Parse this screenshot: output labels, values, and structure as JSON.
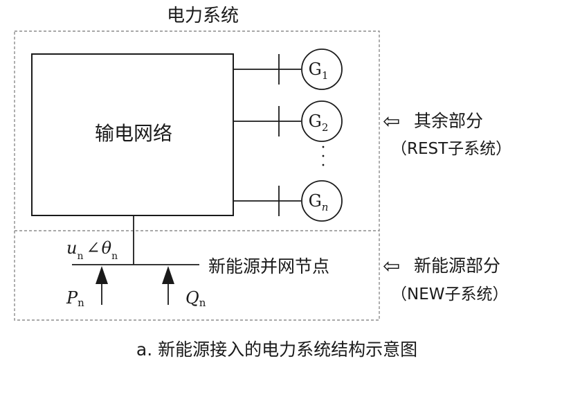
{
  "diagram": {
    "system_title": "电力系统",
    "network_label": "输电网络",
    "generators": [
      {
        "base": "G",
        "sub": "1",
        "sub_italic": false
      },
      {
        "base": "G",
        "sub": "2",
        "sub_italic": false
      },
      {
        "base": "G",
        "sub": "n",
        "sub_italic": true
      }
    ],
    "dots": "·",
    "bus_voltage": {
      "u": "u",
      "u_sub": "n",
      "angle": "∠",
      "theta": "θ",
      "theta_sub": "n"
    },
    "bus_label": "新能源并网节点",
    "injections": [
      {
        "symbol": "P",
        "sub": "n"
      },
      {
        "symbol": "Q",
        "sub": "n"
      }
    ],
    "rest_part": {
      "arrow": "⇦",
      "line1": "其余部分",
      "line2": "（REST子系统）"
    },
    "new_part": {
      "arrow": "⇦",
      "line1": "新能源部分",
      "line2": "（NEW子系统）"
    },
    "caption": "a. 新能源接入的电力系统结构示意图",
    "colors": {
      "line": "#1a1a1a",
      "dashed": "#8c8c8c",
      "background": "#ffffff"
    }
  }
}
